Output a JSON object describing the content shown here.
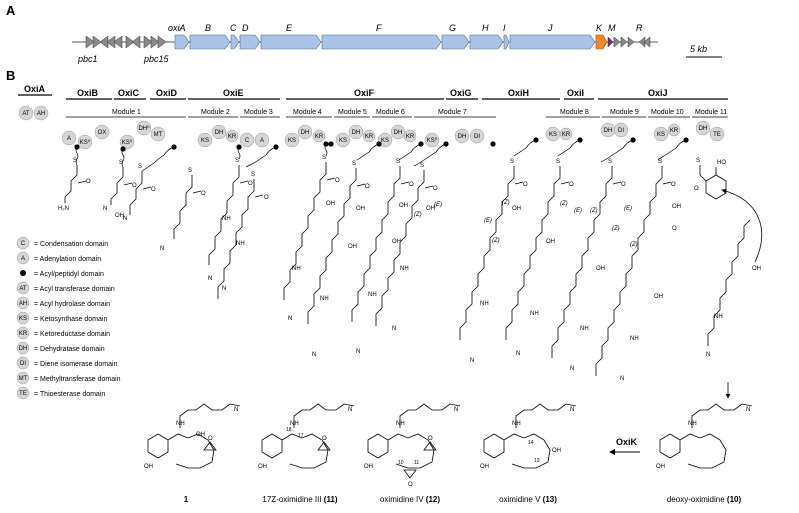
{
  "panels": {
    "a": "A",
    "b": "B"
  },
  "genes": {
    "top": [
      "oxiA",
      "B",
      "C",
      "D",
      "E",
      "F",
      "G",
      "H",
      "I",
      "J",
      "K",
      "M",
      "R"
    ],
    "bottom": [
      "pbc1",
      "pbc15"
    ],
    "scale": "5 kb"
  },
  "proteins": [
    "OxiA",
    "OxiB",
    "OxiC",
    "OxiD",
    "OxiE",
    "OxiF",
    "OxiG",
    "OxiH",
    "OxiI",
    "OxiJ"
  ],
  "modules": [
    "Module 1",
    "Module 2",
    "Module 3",
    "Module 4",
    "Module 5",
    "Module 6",
    "Module 7",
    "Module 8",
    "Module 9",
    "Module 10",
    "Module 11"
  ],
  "domains": {
    "at": "AT",
    "ah": "AH",
    "a": "A",
    "ks0": "KS⁰",
    "ox": "OX",
    "dh0": "DH⁰",
    "mt": "MT",
    "ks": "KS",
    "dh": "DH",
    "kr": "KR",
    "kr0": "KR⁰",
    "c": "C",
    "di": "DI",
    "te": "TE"
  },
  "legend": [
    {
      "sym": "C",
      "text": "= Condensation domain"
    },
    {
      "sym": "A",
      "text": "= Adenylation domain"
    },
    {
      "sym": "",
      "text": "= Acyl/peptidyl domain"
    },
    {
      "sym": "AT",
      "text": "= Acyl transferase domain"
    },
    {
      "sym": "AH",
      "text": "= Acyl hydrolase domain"
    },
    {
      "sym": "KS",
      "text": "= Ketosynthase domain"
    },
    {
      "sym": "KR",
      "text": "= Ketoreductase domain"
    },
    {
      "sym": "DH",
      "text": "= Dehydratase domain"
    },
    {
      "sym": "DI",
      "text": "= Diene isomerase domain"
    },
    {
      "sym": "MT",
      "text": "= Methyltransferase domain"
    },
    {
      "sym": "TE",
      "text": "= Thioesterase domain"
    }
  ],
  "atoms": {
    "s": "S",
    "o": "O",
    "oh": "OH",
    "nh": "NH",
    "n": "N",
    "h2n": "H₂N",
    "ho": "HO",
    "z": "(Z)",
    "e": "(E)"
  },
  "enzyme": "OxiK",
  "numbers": {
    "n18": "18",
    "n17": "17",
    "n10": "10",
    "n11": "11",
    "n14": "14",
    "n13": "13"
  },
  "compounds": {
    "c1": {
      "name": "1",
      "number": ""
    },
    "c11": {
      "name": "17Z-oximidine III",
      "number": "(11)"
    },
    "c12": {
      "name": "oximidine IV",
      "number": "(12)"
    },
    "c13": {
      "name": "oximidine V",
      "number": "(13)"
    },
    "c10": {
      "name": "deoxy-oximidine",
      "number": "(10)"
    }
  },
  "colors": {
    "arrow": "#a9c4e6",
    "small": "#8a8a8a",
    "oxiK": "#f08a24",
    "m": "#7a2a8a",
    "domain": "#d6d6d6"
  }
}
